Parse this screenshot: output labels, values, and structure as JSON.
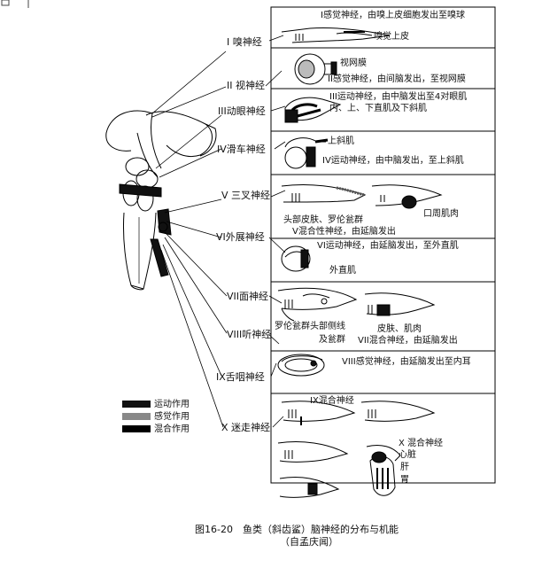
{
  "nerve_labels": [
    "I 嗅神经",
    "II 视神经",
    "III动眼神经",
    "IV滑车神经",
    "V 三叉神经",
    "VI外展神经",
    "VII面神经",
    "VIII听神经",
    "IX舌咽神经",
    "X 迷走神经"
  ],
  "panels": {
    "p1": {
      "desc": "I感觉神经，由嗅上皮细胞发出至嗅球",
      "part": "嗅觉上皮"
    },
    "p2": {
      "part": "视网膜",
      "desc": "II感觉神经，由间脑发出，至视网膜"
    },
    "p3": {
      "desc_line1": "III运动神经，由中脑发出至4对眼肌",
      "desc_line2": "内、上、下直肌及下斜肌"
    },
    "p4": {
      "part": "上斜肌",
      "desc": "IV运动神经，由中脑发出，至上斜肌"
    },
    "p5": {
      "part1": "口周肌肉",
      "part2": "头部皮肤、罗伦瓮群",
      "desc_line1": "V混合性神经，由延脑发出"
    },
    "p6": {
      "desc": "VI运动神经，由延脑发出，至外直肌",
      "part": "外直肌"
    },
    "p7": {
      "part1": "罗伦瓮群头部侧线",
      "part2": "及瓮群",
      "part3": "皮肤、肌肉",
      "desc": "VII混合神经，由延脑发出"
    },
    "p8": {
      "desc": "VIII感觉神经，由延脑发出至内耳"
    },
    "p9": {
      "desc": "IX混合神经"
    },
    "p10": {
      "desc": "X 混合神经",
      "part1": "心脏",
      "part2": "肝",
      "part3": "胃"
    }
  },
  "legend": [
    {
      "label": "运动作用"
    },
    {
      "label": "感觉作用"
    },
    {
      "label": "混合作用"
    }
  ],
  "caption": {
    "line1": "图16-20　鱼类（斜齿鲨）脑神经的分布与机能",
    "line2": "（自孟庆闻）"
  }
}
